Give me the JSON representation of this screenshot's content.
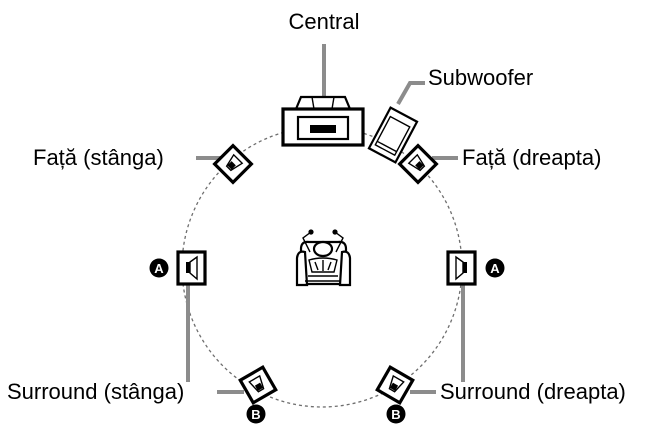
{
  "labels": {
    "central": "Central",
    "subwoofer": "Subwoofer",
    "front_left": "Față (stânga)",
    "front_right": "Față (dreapta)",
    "surround_left": "Surround (stânga)",
    "surround_right": "Surround (dreapta)"
  },
  "badges": {
    "a": "A",
    "b": "B"
  },
  "colors": {
    "leader_line": "#8c8c8c",
    "outline": "#000000",
    "circle": "#6e6e6e"
  }
}
